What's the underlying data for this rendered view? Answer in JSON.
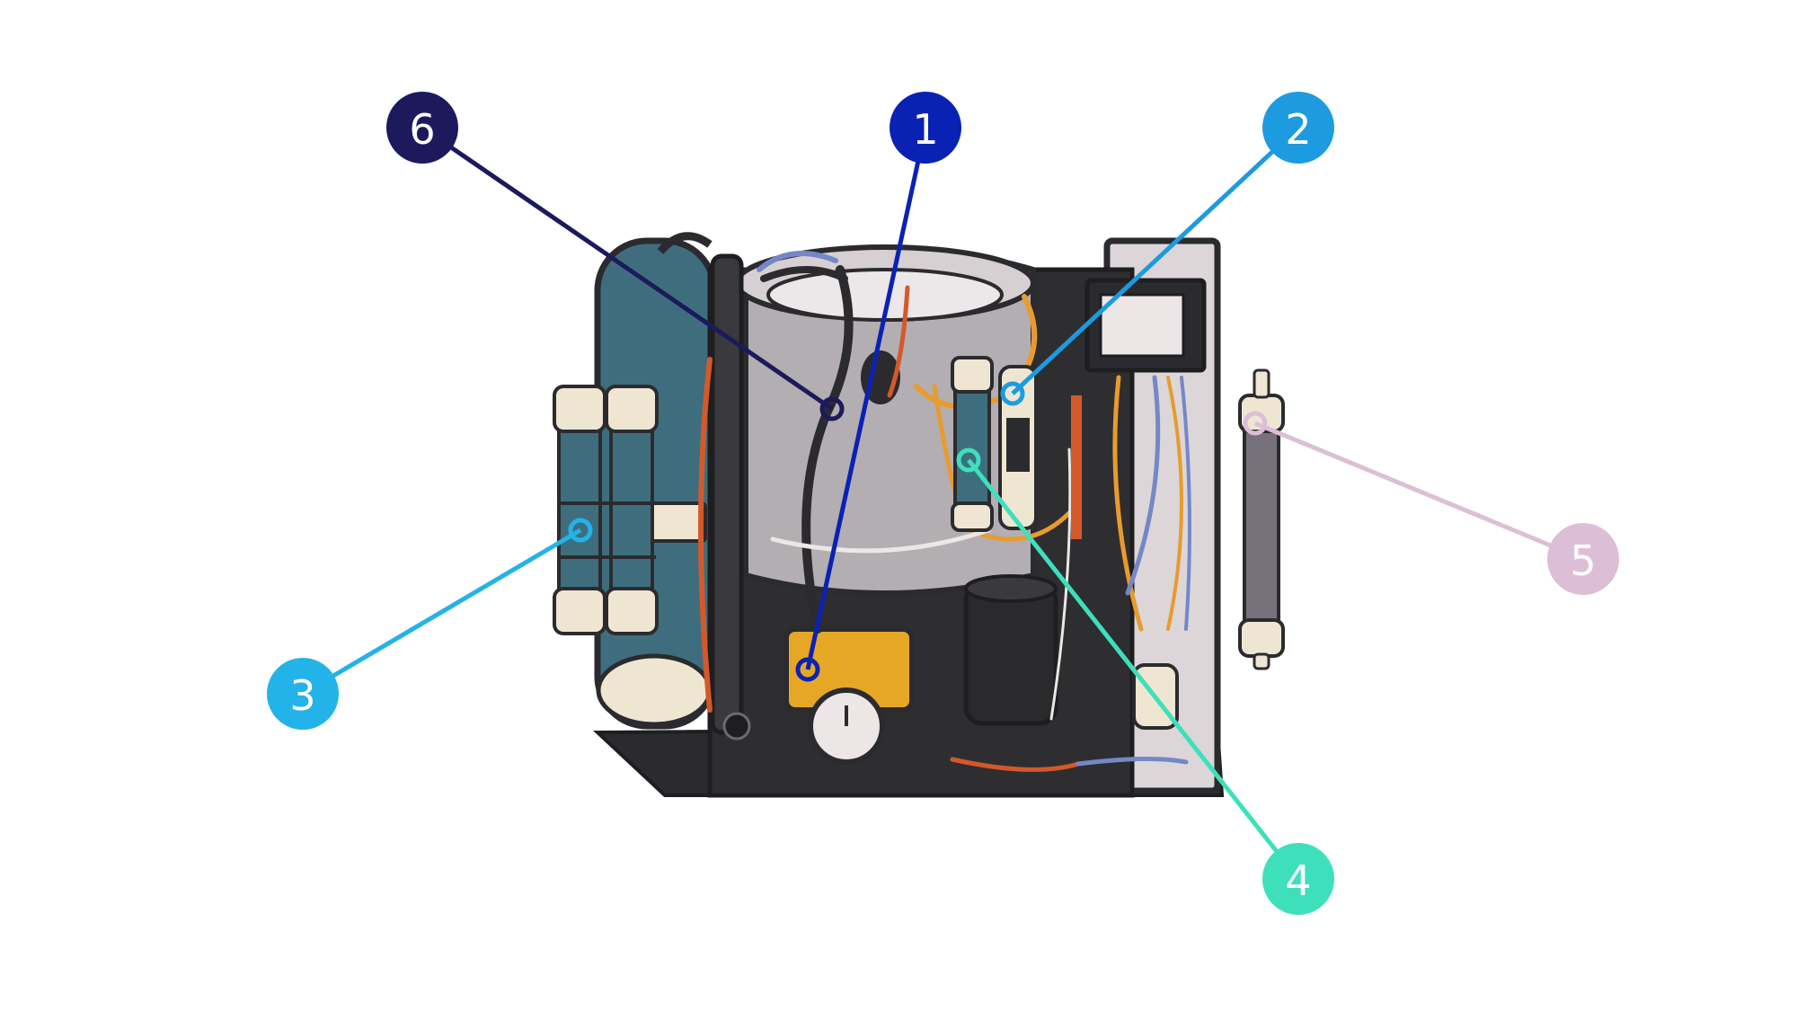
{
  "diagram": {
    "callouts": [
      {
        "id": "1",
        "label": "1",
        "color": "#0a22b4"
      },
      {
        "id": "2",
        "label": "2",
        "color": "#1c9be0"
      },
      {
        "id": "3",
        "label": "3",
        "color": "#23b3e8"
      },
      {
        "id": "4",
        "label": "4",
        "color": "#3ee0bb"
      },
      {
        "id": "5",
        "label": "5",
        "color": "#dcbfd7"
      },
      {
        "id": "6",
        "label": "6",
        "color": "#1c1a5c"
      }
    ]
  }
}
